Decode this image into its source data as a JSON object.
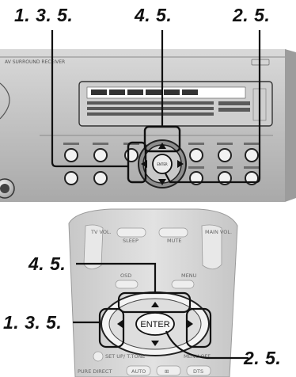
{
  "labels": {
    "top_left": "1. 3. 5.",
    "top_mid": "4. 5.",
    "top_right": "2. 5.",
    "bottom_top": "4. 5.",
    "bottom_left": "1. 3. 5.",
    "bottom_right": "2. 5."
  },
  "receiver": {
    "model_text": "AV SURROUND RECEIVER",
    "enter_label": "ENTER"
  },
  "remote": {
    "tv_vol": "TV VOL.",
    "sleep": "SLEEP",
    "mute": "MUTE",
    "main_vol": "MAIN VOL.",
    "osd": "OSD",
    "menu": "MENU",
    "enter": "ENTER",
    "setup": "SET UP/ T.TONE",
    "menu_off": "MENU OFF",
    "pure_direct": "PURE DIRECT",
    "auto": "AUTO",
    "dolby": "⊞",
    "dts": "DTS"
  },
  "colors": {
    "callout_line": "#111111",
    "receiver_body": "#bdbdbd",
    "remote_body": "#d6d6d6"
  }
}
